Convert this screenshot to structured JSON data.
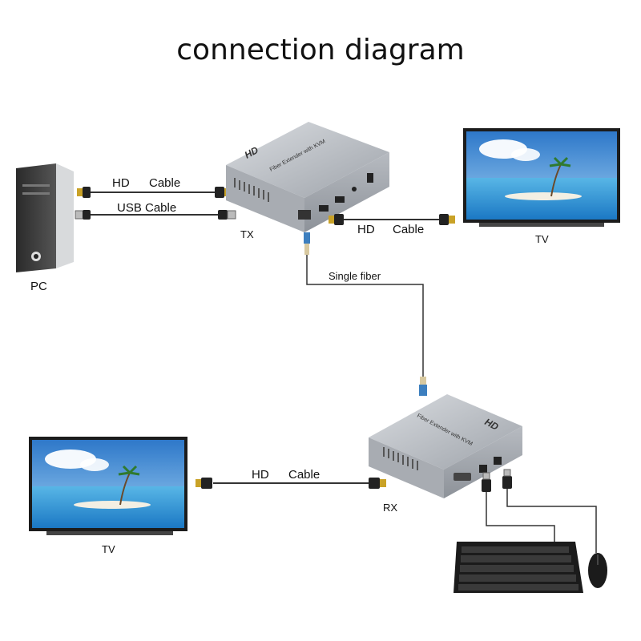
{
  "title": "connection diagram",
  "devices": {
    "pc": "PC",
    "tx": "TX",
    "rx": "RX",
    "tv_top": "TV",
    "tv_bottom": "TV"
  },
  "box_markings": {
    "hd_logo": "HD",
    "product_name": "Fiber Extender with KVM"
  },
  "cables": {
    "pc_hd_a": "HD",
    "pc_hd_b": "Cable",
    "pc_usb": "USB Cable",
    "tx_tv_a": "HD",
    "tx_tv_b": "Cable",
    "fiber": "Single fiber",
    "rx_tv_a": "HD",
    "rx_tv_b": "Cable"
  },
  "colors": {
    "box_silver": "#b8bcc2",
    "cable": "#333333",
    "hdmi_gold": "#c9a227",
    "fiber_blue": "#3d7fbf",
    "sky": "#5aa9e6",
    "sea": "#2f8fd8",
    "sand": "#f3efe3"
  }
}
